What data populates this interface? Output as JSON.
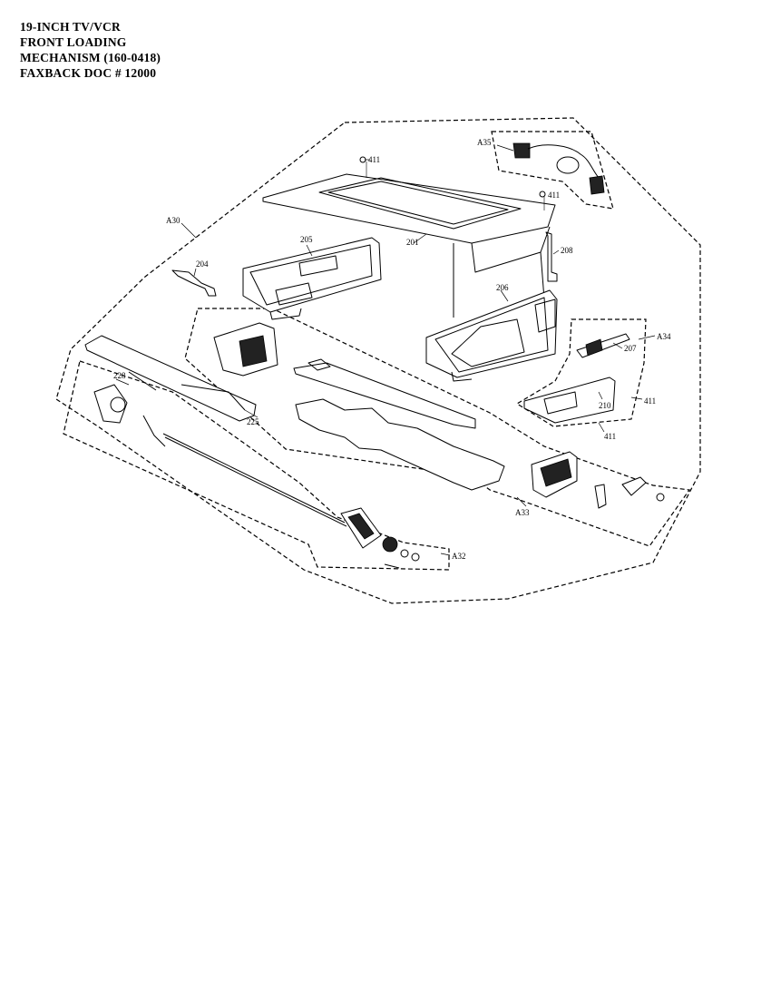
{
  "title": {
    "line1": "19-INCH TV/VCR",
    "line2": "FRONT LOADING",
    "line3": "MECHANISM  (160-0418)",
    "line4": "FAXBACK DOC # 12000"
  },
  "callouts": {
    "a30": "A30",
    "a32": "A32",
    "a33": "A33",
    "a34": "A34",
    "a35": "A35",
    "p201": "201",
    "p204": "204",
    "p205": "205",
    "p206": "206",
    "p207": "207",
    "p208": "208",
    "p210": "210",
    "p225": "225",
    "p228": "228",
    "p411a": "411",
    "p411b": "411",
    "p411c": "411",
    "p411d": "411"
  }
}
